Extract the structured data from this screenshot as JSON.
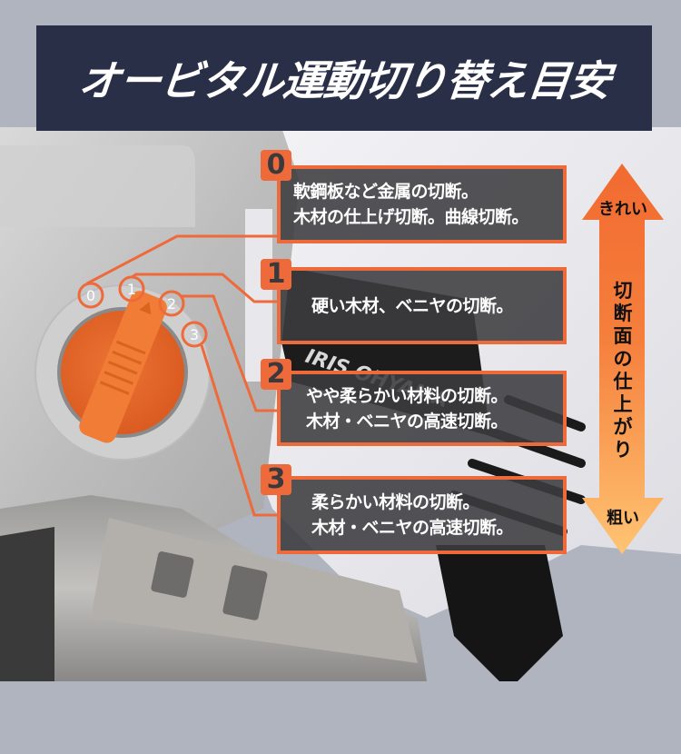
{
  "title": "オービタル運動切り替え目安",
  "colors": {
    "background": "#afb4bf",
    "banner": "#2a2f48",
    "accent_orange": "#ee6a3a",
    "box_fill": "#3c3c40",
    "arrow_top": "#f26a30",
    "arrow_bottom": "#ffc472"
  },
  "dial": {
    "positions": [
      "0",
      "1",
      "2",
      "3"
    ],
    "brand_text": "IRIS OHYAMA"
  },
  "settings": [
    {
      "number": "0",
      "lines": [
        "軟鋼板など金属の切断。",
        "木材の仕上げ切断。曲線切断。"
      ]
    },
    {
      "number": "1",
      "lines": [
        "硬い木材、ベニヤの切断。"
      ]
    },
    {
      "number": "2",
      "lines": [
        "やや柔らかい材料の切断。",
        "木材・ベニヤの高速切断。"
      ]
    },
    {
      "number": "3",
      "lines": [
        "柔らかい材料の切断。",
        "木材・ベニヤの高速切断。"
      ]
    }
  ],
  "scale": {
    "top_label": "きれい",
    "bottom_label": "粗い",
    "axis_label": [
      "切",
      "断",
      "面",
      "の",
      "仕",
      "上",
      "が",
      "り"
    ]
  }
}
